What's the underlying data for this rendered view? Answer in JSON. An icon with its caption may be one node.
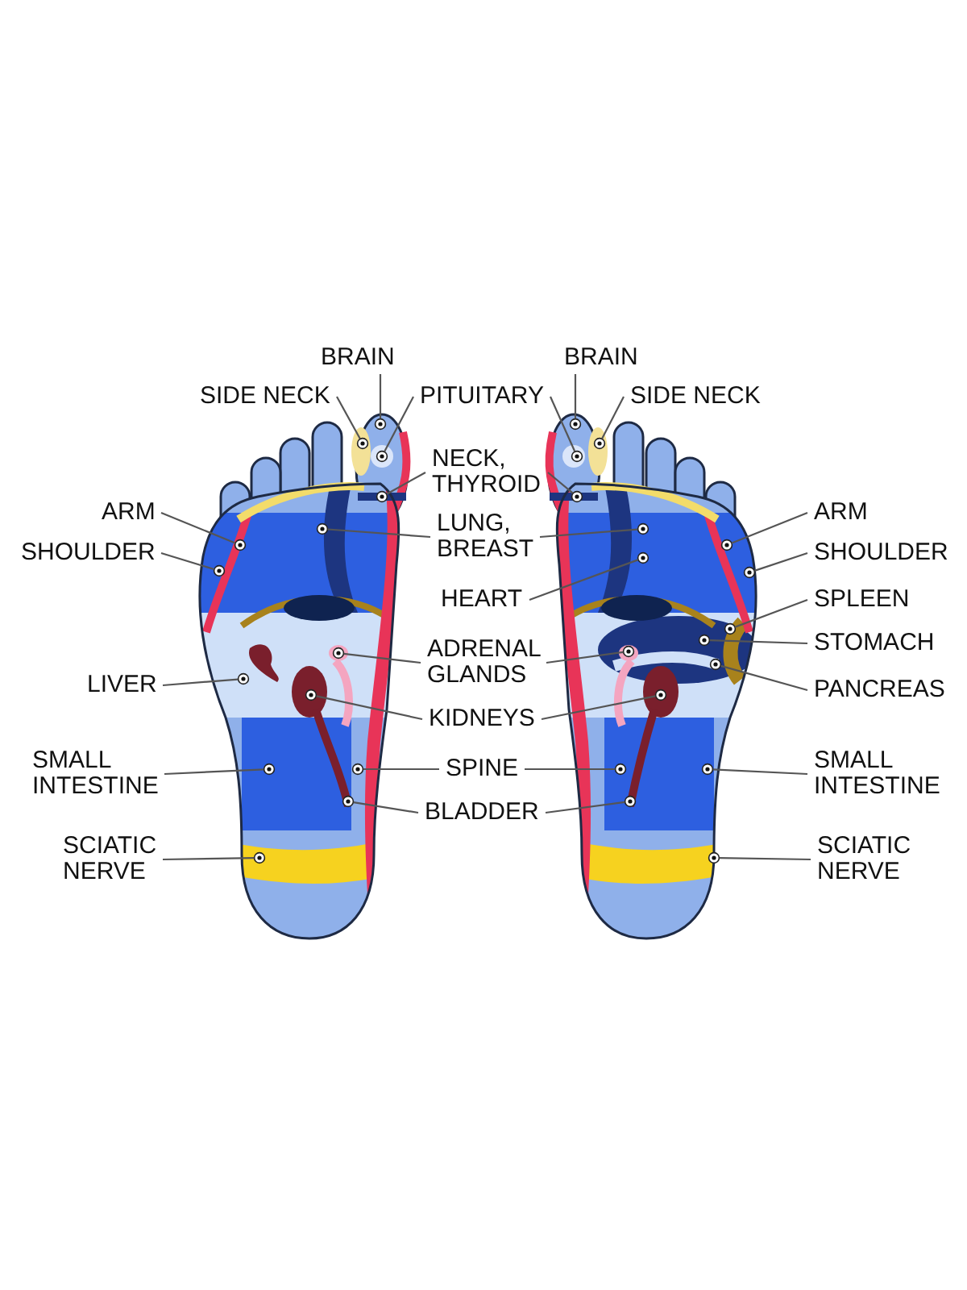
{
  "diagram": {
    "nodes": [
      {
        "text": [
          "BRAIN"
        ]
      },
      {
        "text": [
          "BRAIN"
        ]
      },
      {
        "text": [
          "SIDE NECK"
        ]
      },
      {
        "text": [
          "PITUITARY"
        ]
      },
      {
        "text": [
          "SIDE NECK"
        ]
      },
      {
        "text": [
          "NECK, THYROID"
        ]
      },
      {
        "text": [
          "ARM"
        ]
      },
      {
        "text": [
          "LUNG, BREAST"
        ]
      },
      {
        "text": [
          "ARM"
        ]
      },
      {
        "text": [
          "SHOULDER"
        ]
      },
      {
        "text": [
          "SHOULDER"
        ]
      },
      {
        "text": [
          "HEART"
        ]
      },
      {
        "text": [
          "SPLEEN"
        ]
      },
      {
        "text": [
          "STOMACH"
        ]
      },
      {
        "text": [
          "ADRENAL GLANDS"
        ]
      },
      {
        "text": [
          "LIVER"
        ]
      },
      {
        "text": [
          "PANCREAS"
        ]
      },
      {
        "text": [
          "KIDNEYS"
        ]
      },
      {
        "text": [
          "SMALL INTESTINE"
        ]
      },
      {
        "text": [
          "SPINE"
        ]
      },
      {
        "text": [
          "SMALL INTESTINE"
        ]
      },
      {
        "text": [
          "BLADDER"
        ]
      },
      {
        "text": [
          "SCIATIC NERVE"
        ]
      },
      {
        "text": [
          "SCIATIC NERVE"
        ]
      },
      {
        "text": [],
        "shape": "circle"
      },
      {
        "text": [],
        "shape": "circle"
      },
      {
        "text": [],
        "shape": "circle"
      },
      {
        "text": [],
        "shape": "circle"
      },
      {
        "text": [],
        "shape": "circle"
      },
      {
        "text": [],
        "shape": "circle"
      },
      {
        "text": [],
        "shape": "circle"
      },
      {
        "text": [],
        "shape": "circle"
      },
      {
        "text": [],
        "shape": "circle"
      },
      {
        "text": [],
        "shape": "circle"
      },
      {
        "text": [],
        "shape": "circle"
      },
      {
        "text": [],
        "shape": "circle"
      },
      {
        "text": [],
        "shape": "circle"
      },
      {
        "text": [],
        "shape": "circle"
      },
      {
        "text": [],
        "shape": "circle"
      },
      {
        "text": [],
        "shape": "circle"
      },
      {
        "text": [],
        "shape": "circle"
      },
      {
        "text": [],
        "shape": "circle"
      },
      {
        "text": [],
        "shape": "circle"
      },
      {
        "text": [],
        "shape": "circle"
      },
      {
        "text": [],
        "shape": "circle"
      },
      {
        "text": [],
        "shape": "circle"
      },
      {
        "text": [],
        "shape": "circle"
      },
      {
        "text": [],
        "shape": "circle"
      },
      {
        "text": [],
        "shape": "circle"
      },
      {
        "text": [],
        "shape": "circle"
      },
      {
        "text": [],
        "shape": "circle"
      },
      {
        "text": [],
        "shape": "circle"
      },
      {
        "text": [],
        "shape": "circle"
      },
      {
        "text": [],
        "shape": "circle"
      },
      {
        "text": [],
        "shape": "circle"
      }
    ],
    "edges": [
      {
        "from": 0,
        "to": 24,
        "arrow": "none"
      },
      {
        "from": 1,
        "to": 25,
        "arrow": "none"
      },
      {
        "from": 2,
        "to": 26,
        "arrow": "none"
      },
      {
        "from": 3,
        "to": 27,
        "arrow": "none"
      },
      {
        "from": 3,
        "to": 28,
        "arrow": "none"
      },
      {
        "from": 4,
        "to": 29,
        "arrow": "none"
      },
      {
        "from": 5,
        "to": 30,
        "arrow": "none"
      },
      {
        "from": 5,
        "to": 31,
        "arrow": "none"
      },
      {
        "from": 6,
        "to": 32,
        "arrow": "none"
      },
      {
        "from": 7,
        "to": 33,
        "arrow": "none"
      },
      {
        "from": 7,
        "to": 34,
        "arrow": "none"
      },
      {
        "from": 8,
        "to": 35,
        "arrow": "none"
      },
      {
        "from": 9,
        "to": 36,
        "arrow": "none"
      },
      {
        "from": 10,
        "to": 37,
        "arrow": "none"
      },
      {
        "from": 11,
        "to": 38,
        "arrow": "none"
      },
      {
        "from": 12,
        "to": 39,
        "arrow": "none"
      },
      {
        "from": 13,
        "to": 40,
        "arrow": "none"
      },
      {
        "from": 14,
        "to": 41,
        "arrow": "none"
      },
      {
        "from": 14,
        "to": 42,
        "arrow": "none"
      },
      {
        "from": 15,
        "to": 43,
        "arrow": "none"
      },
      {
        "from": 16,
        "to": 44,
        "arrow": "none"
      },
      {
        "from": 17,
        "to": 45,
        "arrow": "none"
      },
      {
        "from": 17,
        "to": 46,
        "arrow": "none"
      },
      {
        "from": 18,
        "to": 47,
        "arrow": "none"
      },
      {
        "from": 19,
        "to": 48,
        "arrow": "none"
      },
      {
        "from": 19,
        "to": 49,
        "arrow": "none"
      },
      {
        "from": 20,
        "to": 50,
        "arrow": "none"
      },
      {
        "from": 21,
        "to": 51,
        "arrow": "none"
      },
      {
        "from": 21,
        "to": 52,
        "arrow": "none"
      },
      {
        "from": 22,
        "to": 53,
        "arrow": "none"
      },
      {
        "from": 23,
        "to": 54,
        "arrow": "none"
      }
    ]
  }
}
